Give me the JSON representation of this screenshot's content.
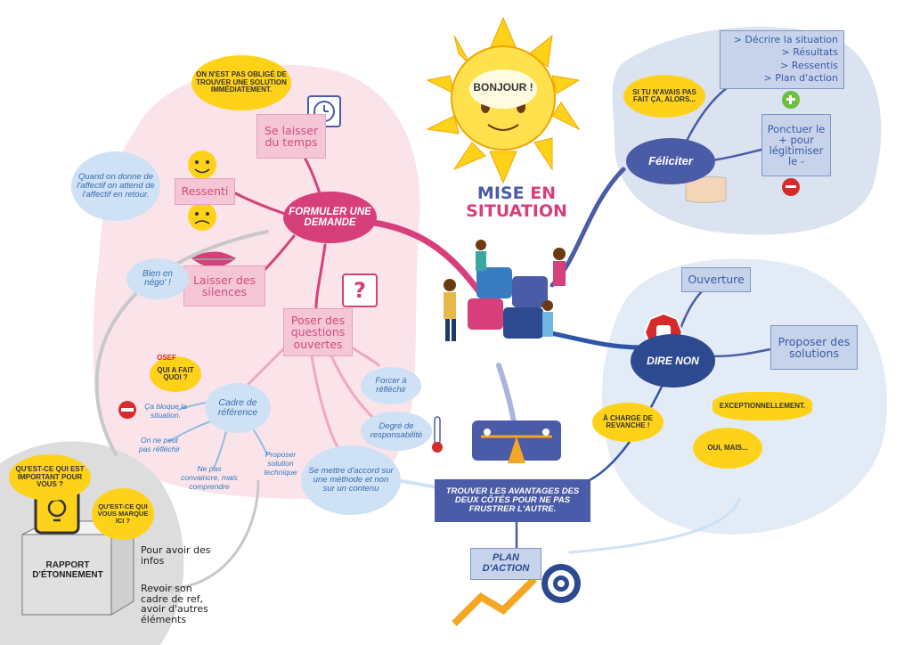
{
  "title": {
    "line1_a": "MISE",
    "line1_b": "EN",
    "line2": "SITUATION"
  },
  "sun": {
    "label": "BONJOUR !"
  },
  "hubs": {
    "formuler": "FORMULER UNE DEMANDE",
    "feliciter": "Féliciter",
    "dire_non": "DIRE NON",
    "trouver": "TROUVER LES AVANTAGES DES DEUX CÔTÉS POUR NE PAS FRUSTRER L'AUTRE.",
    "plan": "PLAN D'ACTION"
  },
  "pink_nodes": {
    "se_laisser": "Se laisser du temps",
    "ressenti": "Ressenti",
    "laisser_silences": "Laisser des silences",
    "poser_questions": "Poser des questions ouvertes"
  },
  "blue_nodes": {
    "ouverture": "Ouverture",
    "proposer_solutions": "Proposer des solutions",
    "decrire_1": "> Décrire la situation",
    "decrire_2": "> Résultats",
    "decrire_3": "> Ressentis",
    "decrire_4": "> Plan d'action",
    "ponctuer": "Ponctuer le + pour légitimiser le -"
  },
  "bubbles": {
    "on_nest_pas": "ON N'EST PAS OBLIGÉ DE TROUVER UNE SOLUTION IMMÉDIATEMENT.",
    "si_tu": "SI TU N'AVAIS PAS FAIT ÇA, ALORS...",
    "a_charge": "À CHARGE DE REVANCHE !",
    "exceptionnellement": "EXCEPTIONNELLEMENT.",
    "oui_mais": "OUI, MAIS...",
    "quest_ce_important": "QU'EST-CE QUI EST IMPORTANT POUR VOUS ?",
    "quest_ce_marque": "QU'EST-CE QUI VOUS MARQUE ICI ?",
    "qui_a_fait": "QUI A FAIT QUOI ?",
    "osef": "OSEF"
  },
  "blue_bubbles": {
    "quand_on_donne": "Quand on donne de l'affectif on attend de l'affectif en retour.",
    "bien_en_nego": "Bien en négo' !",
    "cadre_reference": "Cadre de référence",
    "forcer": "Forcer à réfléchir",
    "degre": "Degré de responsabilité",
    "se_mettre": "Se mettre d'accord sur une méthode et non sur un contenu"
  },
  "small_labels": {
    "ca_bloque": "Ça bloque la situation.",
    "on_ne_peut": "On ne peut pas réfléchir",
    "ne_pas_convaincre": "Ne pas convaincre, mais comprendre",
    "proposer_technique": "Proposer solution technique"
  },
  "rapport": {
    "label": "RAPPORT D'ÉTONNEMENT",
    "pour_avoir": "Pour avoir des infos",
    "revoir": "Revoir son cadre de ref, avoir d'autres éléments"
  },
  "colors": {
    "pink": "#d63f7a",
    "navy": "#4a5ba8",
    "sky": "#3a7cc0",
    "yellow": "#ffd21a"
  }
}
